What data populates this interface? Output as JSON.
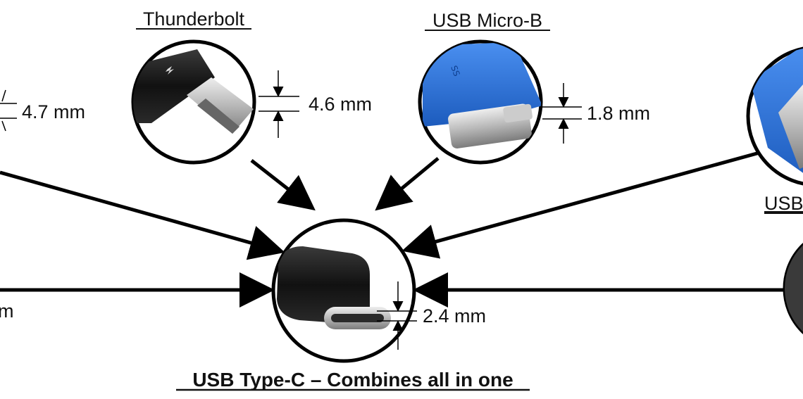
{
  "labels": {
    "thunderbolt": "Thunderbolt",
    "micro_b": "USB Micro-B",
    "usb_a_partial": "USB",
    "main_caption": "USB Type-C – Combines all in one"
  },
  "dimensions": {
    "left_partial": "4.7 mm",
    "thunderbolt": "4.6 mm",
    "micro_b": "1.8 mm",
    "type_c": "2.4 mm",
    "left_bottom_partial": "m"
  },
  "colors": {
    "outline": "#000000",
    "usb_blue": "#2a6fd6",
    "connector_black": "#161616",
    "metal": "#c9c9c9"
  }
}
